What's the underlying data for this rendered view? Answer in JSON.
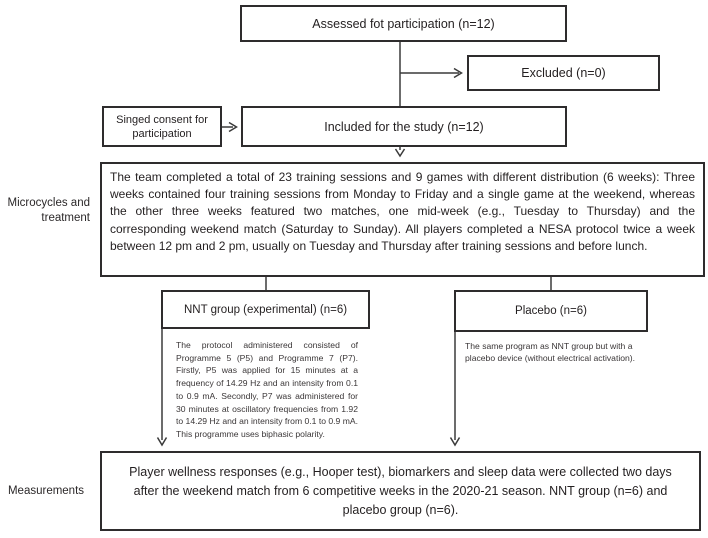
{
  "figure": {
    "type": "flowchart",
    "boxes": {
      "assessed": "Assessed fot participation (n=12)",
      "excluded": "Excluded (n=0)",
      "consent": "Singed consent for participation",
      "included": "Included for the study (n=12)",
      "microcycles": "The team completed a total of 23 training sessions and 9 games with different distribution (6 weeks): Three weeks contained four training sessions from Monday to Friday and a single game at the weekend, whereas the other three weeks featured two matches, one mid-week (e.g., Tuesday to Thursday) and the corresponding weekend match (Saturday to Sunday). All players completed a NESA protocol twice a week between 12 pm and 2 pm, usually on Tuesday and Thursday after training sessions and before lunch.",
      "nnt_group": "NNT group (experimental) (n=6)",
      "placebo_group": "Placebo (n=6)",
      "nnt_description": "The protocol administered consisted of Programme 5 (P5) and Programme 7 (P7). Firstly, P5 was applied for 15 minutes at a frequency of 14.29 Hz and an intensity from 0.1 to 0.9 mA. Secondly, P7 was administered for 30 minutes at oscillatory frequencies from 1.92 to 14.29 Hz and an intensity from 0.1 to 0.9 mA. This programme uses biphasic polarity.",
      "placebo_description": "The same program as NNT group but with a placebo device (without electrical activation).",
      "measurements": "Player wellness responses (e.g., Hooper test), biomarkers and sleep data were collected two days after the weekend match from 6 competitive weeks in the 2020-21 season. NNT group (n=6) and placebo group (n=6)."
    },
    "side_labels": {
      "microcycles": "Microcycles and\ntreatment",
      "measurements": "Measurements"
    },
    "colors": {
      "border": "#2e2c2d",
      "text": "#231f20",
      "line": "#3a3a3a"
    }
  }
}
